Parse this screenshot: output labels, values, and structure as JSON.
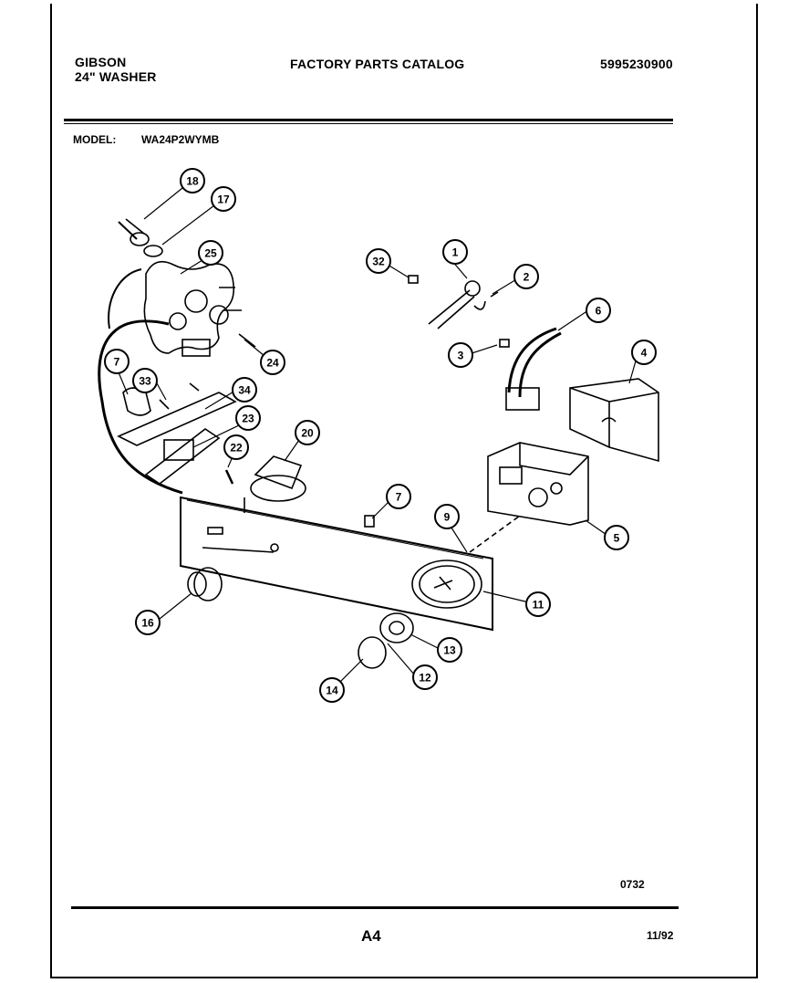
{
  "header": {
    "brand": "GIBSON",
    "product": "24\" WASHER",
    "title": "FACTORY PARTS CATALOG",
    "part_number": "5995230900"
  },
  "model": {
    "label": "MODEL:",
    "value": "WA24P2WYMB"
  },
  "callouts": [
    "18",
    "17",
    "25",
    "24",
    "7",
    "33",
    "34",
    "23",
    "22",
    "20",
    "32",
    "1",
    "2",
    "3",
    "6",
    "4",
    "5",
    "7",
    "9",
    "11",
    "16",
    "13",
    "12",
    "14"
  ],
  "footer": {
    "ref_code": "0732",
    "page_id": "A4",
    "date": "11/92"
  }
}
